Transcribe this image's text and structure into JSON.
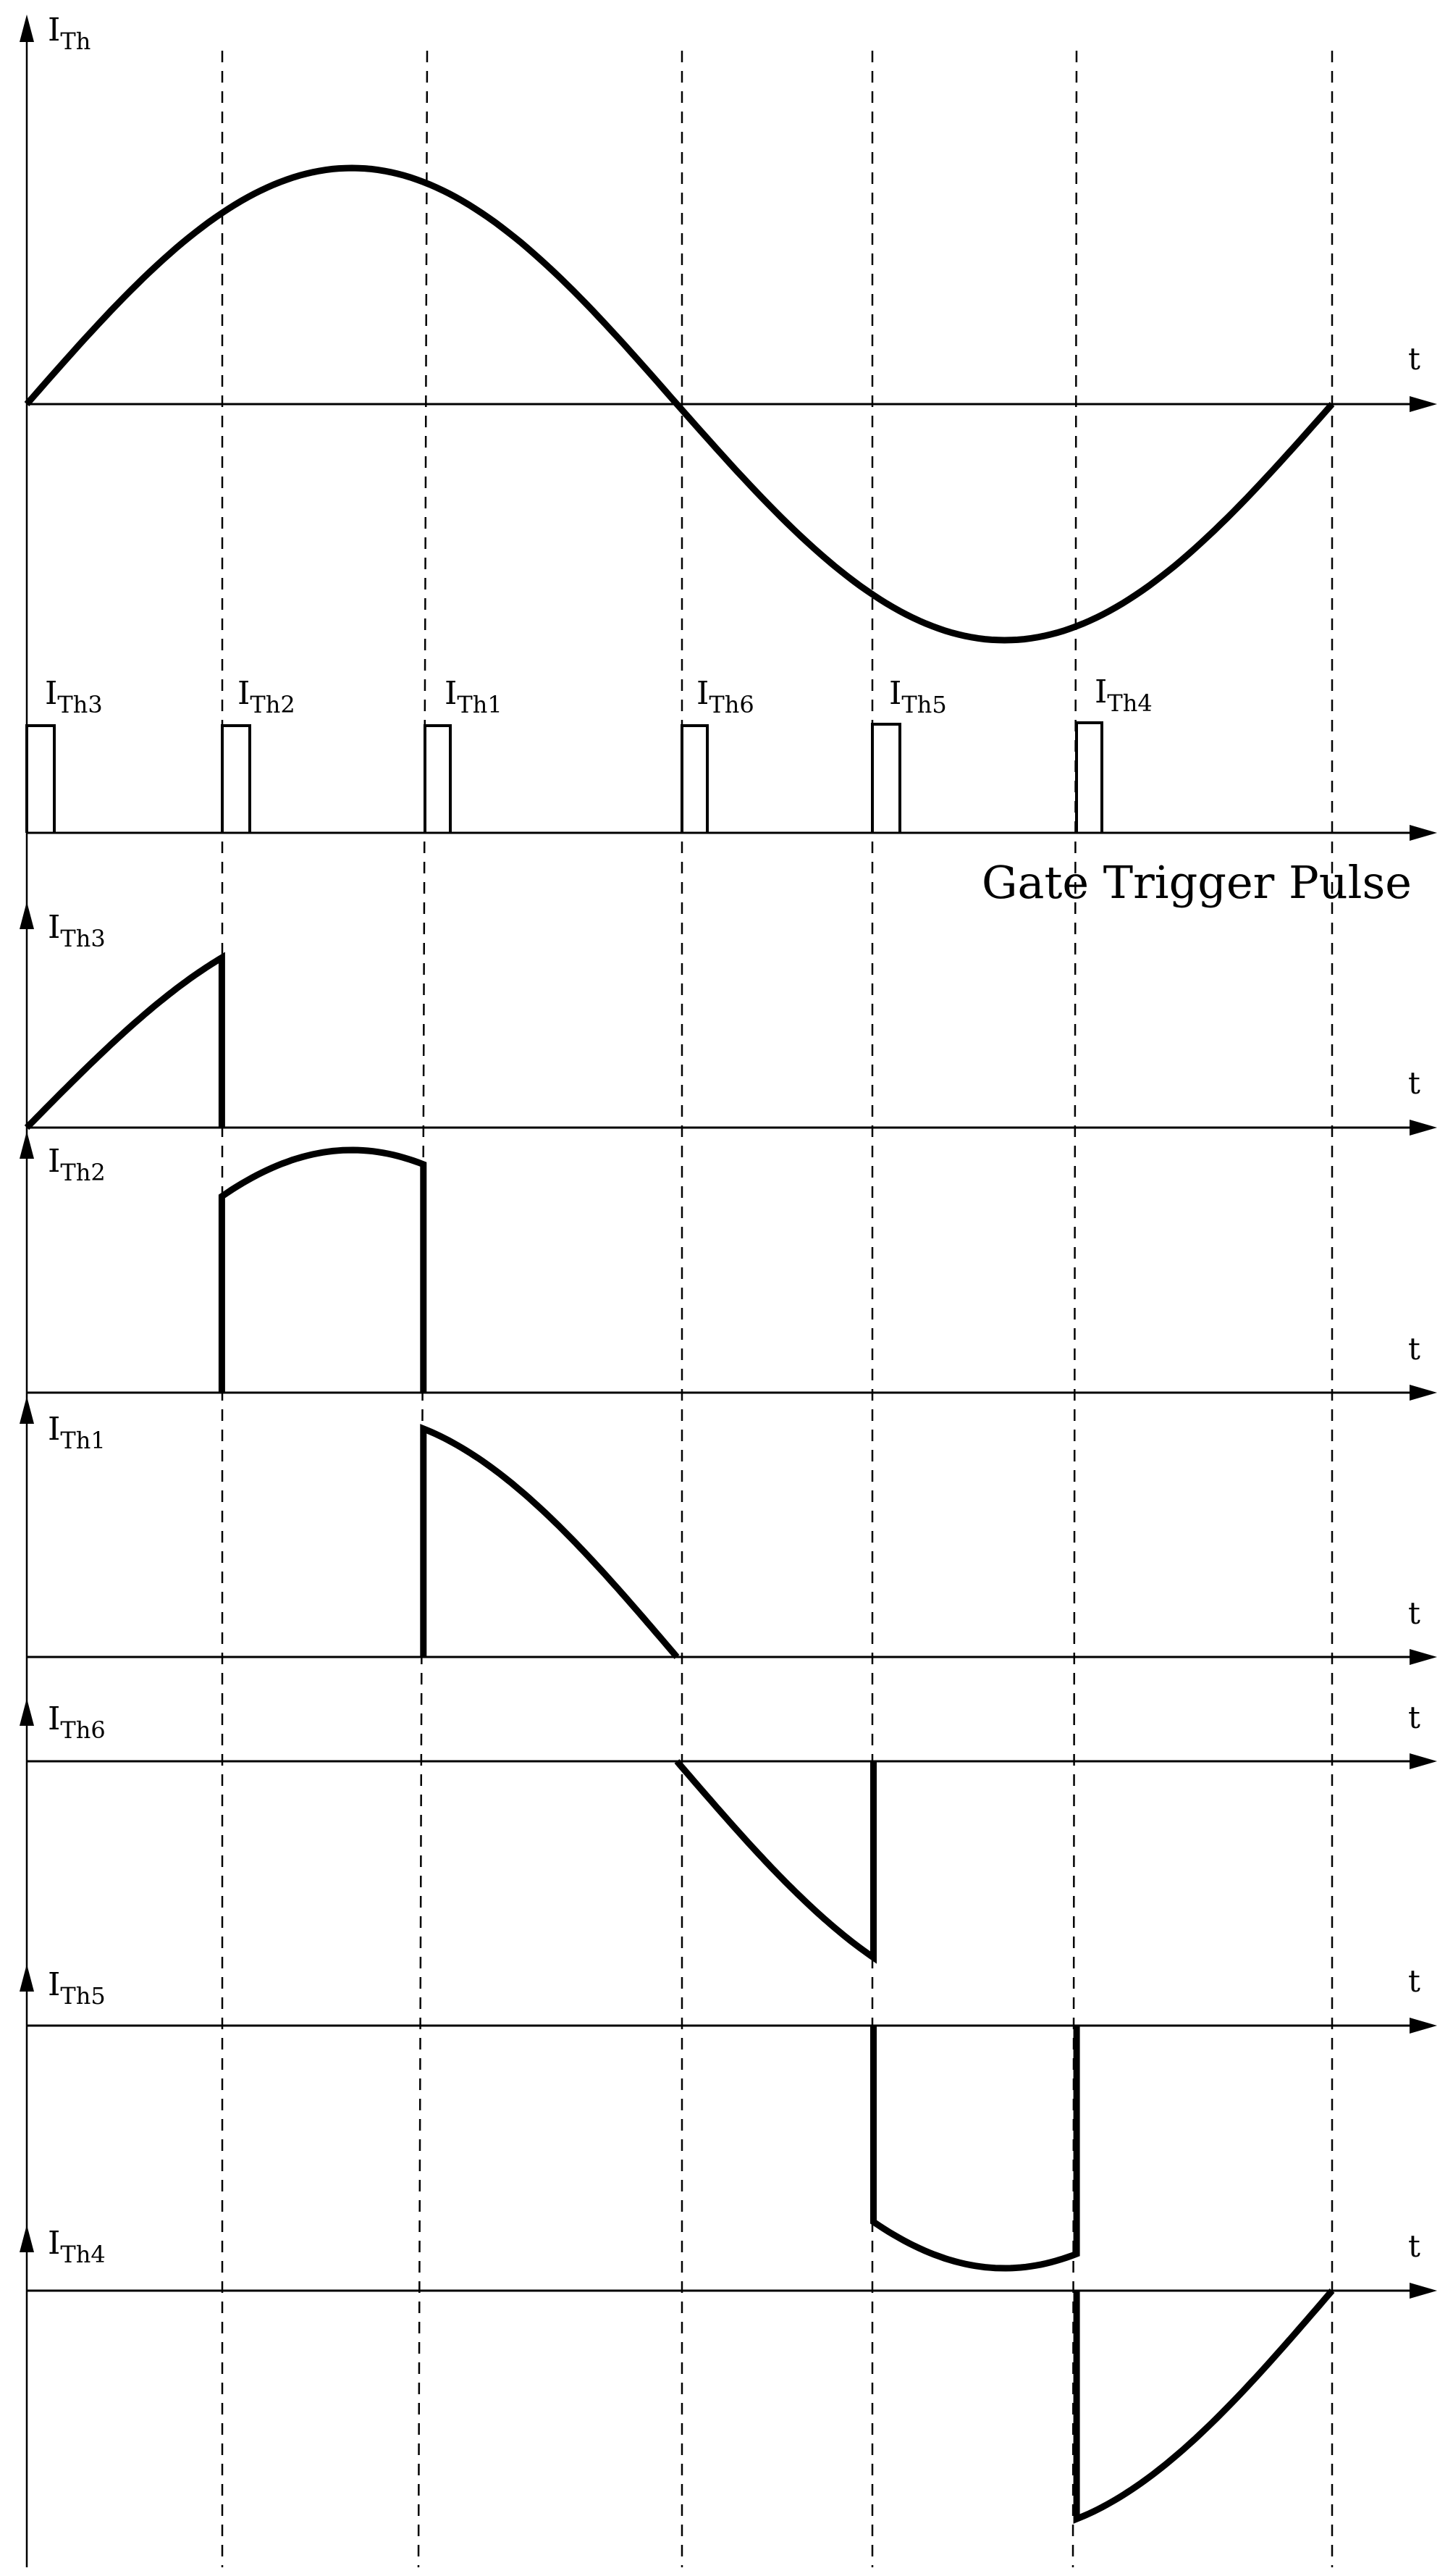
{
  "diagram": {
    "time_label": "t",
    "caption": "Gate Trigger Pulse",
    "main_label": {
      "base": "I",
      "sub": "Th"
    },
    "pulses": [
      {
        "base": "I",
        "sub": "Th3"
      },
      {
        "base": "I",
        "sub": "Th2"
      },
      {
        "base": "I",
        "sub": "Th1"
      },
      {
        "base": "I",
        "sub": "Th6"
      },
      {
        "base": "I",
        "sub": "Th5"
      },
      {
        "base": "I",
        "sub": "Th4"
      }
    ],
    "channels": [
      {
        "base": "I",
        "sub": "Th3"
      },
      {
        "base": "I",
        "sub": "Th2"
      },
      {
        "base": "I",
        "sub": "Th1"
      },
      {
        "base": "I",
        "sub": "Th6"
      },
      {
        "base": "I",
        "sub": "Th5"
      },
      {
        "base": "I",
        "sub": "Th4"
      }
    ]
  }
}
